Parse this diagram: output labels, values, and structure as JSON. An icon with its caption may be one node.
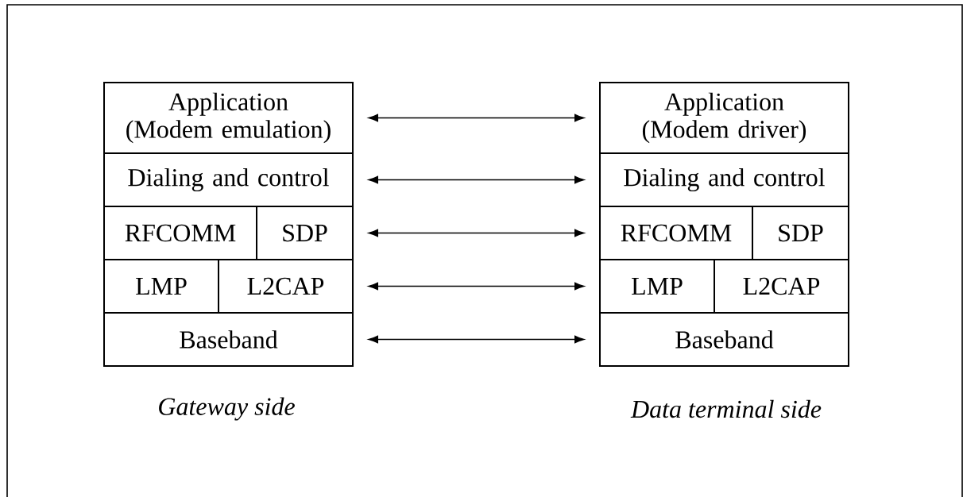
{
  "diagram": {
    "nodes": [
      {
        "text": [
          "Application (Modem emulation)"
        ]
      },
      {
        "text": [
          "Dialing and control"
        ]
      },
      {
        "text": [
          "RFCOMM"
        ]
      },
      {
        "text": [
          "SDP"
        ]
      },
      {
        "text": [
          "LMP"
        ]
      },
      {
        "text": [
          "L2CAP"
        ]
      },
      {
        "text": [
          "Baseband"
        ]
      },
      {
        "text": [
          "Application (Modem driver)"
        ]
      },
      {
        "text": [
          "Dialing and control"
        ]
      },
      {
        "text": [
          "RFCOMM"
        ]
      },
      {
        "text": [
          "SDP"
        ]
      },
      {
        "text": [
          "LMP"
        ]
      },
      {
        "text": [
          "L2CAP"
        ]
      },
      {
        "text": [
          "Baseband"
        ]
      }
    ],
    "edges": [
      {
        "from": 0,
        "to": 7,
        "arrow": "both"
      },
      {
        "from": 1,
        "to": 8,
        "arrow": "both"
      },
      {
        "from": 3,
        "to": 9,
        "arrow": "both"
      },
      {
        "from": 5,
        "to": 11,
        "arrow": "both"
      },
      {
        "from": 6,
        "to": 13,
        "arrow": "both"
      }
    ],
    "labels": [
      "Gateway side",
      "Data terminal side"
    ]
  }
}
